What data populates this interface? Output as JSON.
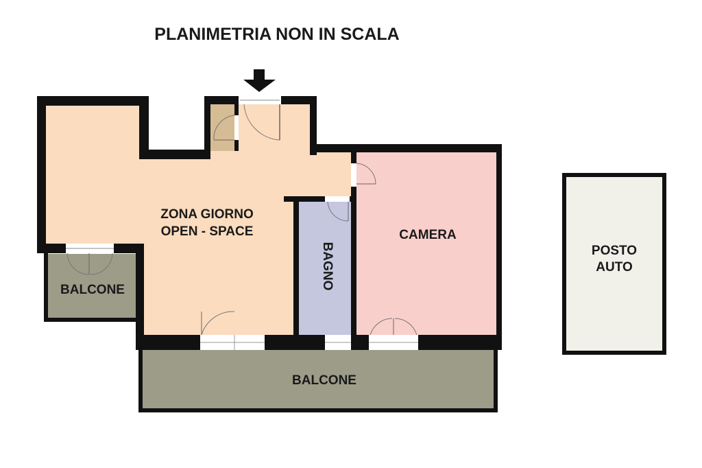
{
  "title": "PLANIMETRIA NON IN SCALA",
  "rooms": {
    "zona_giorno": {
      "line1": "ZONA GIORNO",
      "line2": "OPEN - SPACE"
    },
    "bagno": {
      "label": "BAGNO"
    },
    "camera": {
      "label": "CAMERA"
    },
    "balcone_left": {
      "label": "BALCONE"
    },
    "balcone_bottom": {
      "label": "BALCONE"
    },
    "posto_auto": {
      "line1": "POSTO",
      "line2": "AUTO"
    }
  },
  "colors": {
    "zona_giorno": "#fbdcbf",
    "camera": "#f9cfcb",
    "bagno": "#c5c7df",
    "balcone": "#9c9c89",
    "ripostiglio": "#d6bc95",
    "posto_auto": "#f1f1ea",
    "wall": "#111111"
  },
  "icons": [
    "entrance-arrow-icon"
  ]
}
